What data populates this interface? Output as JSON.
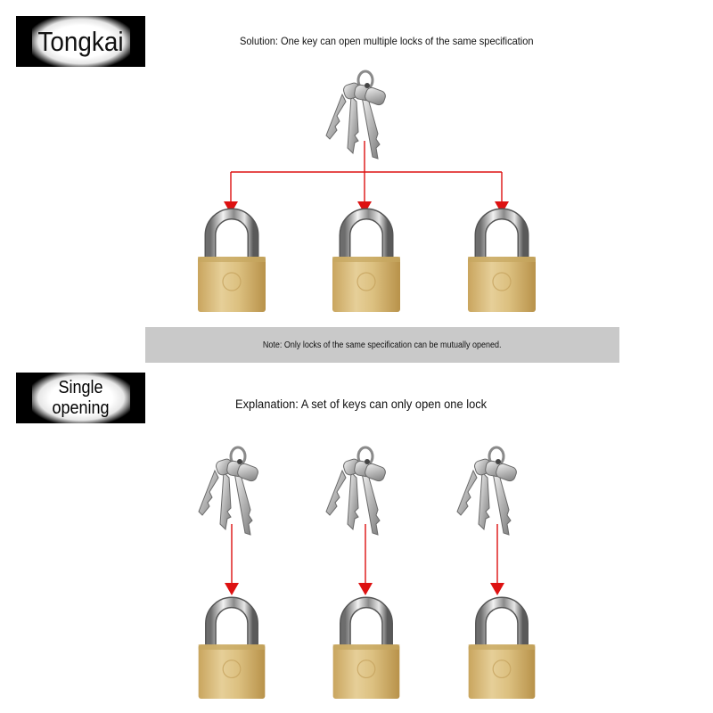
{
  "badges": {
    "brand": "Tongkai",
    "single_line1": "Single",
    "single_line2": "opening"
  },
  "captions": {
    "solution": "Solution: One key can open multiple locks of the same specification",
    "note": "Note: Only locks of the same specification can be mutually opened.",
    "explanation": "Explanation: A set of keys can only open one lock"
  },
  "icons": {
    "key": "key-bunch-icon",
    "lock": "brass-padlock-icon",
    "arrow": "arrow-down-icon"
  },
  "colors": {
    "arrow": "#dd1111",
    "brass": "#d9bb7a",
    "badge_bg": "#000000",
    "note_bar": "#c9c9c9"
  }
}
